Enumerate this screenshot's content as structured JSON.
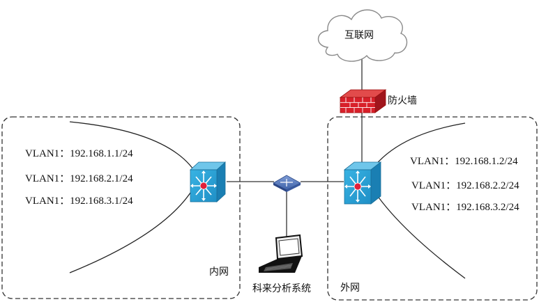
{
  "internet": {
    "label": "互联网"
  },
  "firewall": {
    "label": "防火墙"
  },
  "analyzer": {
    "label": "科来分析系统"
  },
  "inner_network": {
    "label": "内网",
    "vlans": [
      "VLAN1：192.168.1.1/24",
      "VLAN1：192.168.2.1/24",
      "VLAN1：192.168.3.1/24"
    ]
  },
  "outer_network": {
    "label": "外网",
    "vlans": [
      "VLAN1：192.168.1.2/24",
      "VLAN1：192.168.2.2/24",
      "VLAN1：192.168.3.2/24"
    ]
  },
  "colors": {
    "switch_blue": "#2aa3d6",
    "firewall_red": "#d8202a",
    "line": "#333333",
    "border": "#333333"
  }
}
